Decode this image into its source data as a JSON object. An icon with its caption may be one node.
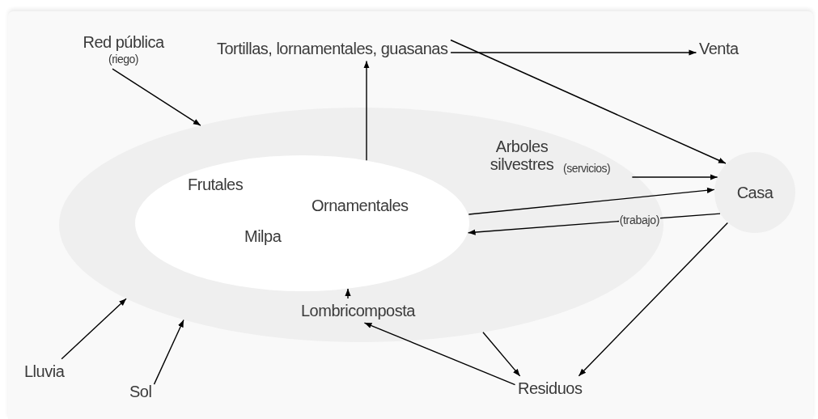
{
  "diagram": {
    "nodes": [
      {
        "text": [],
        "shape": "ellipse"
      },
      {
        "text": [
          "Frutales",
          "Ornamentales",
          "Milpa"
        ],
        "in": 0
      },
      {
        "text": [
          "Arboles silvestres",
          "(servicios)"
        ],
        "in": 0
      },
      {
        "text": [
          "Lombricomposta"
        ],
        "in": 0
      },
      {
        "text": [
          "Red pública",
          "(riego)"
        ]
      },
      {
        "text": [
          "Tortillas, lornamentales, guasanas"
        ]
      },
      {
        "text": [
          "Venta"
        ]
      },
      {
        "text": [
          "Casa"
        ]
      },
      {
        "text": [
          "Lluvia"
        ]
      },
      {
        "text": [
          "Sol"
        ]
      },
      {
        "text": [
          "Residuos"
        ]
      }
    ],
    "edges": [
      {
        "from": 4,
        "to": 0,
        "arrow": "to"
      },
      {
        "from": 1,
        "to": 5,
        "arrow": "to"
      },
      {
        "from": 5,
        "to": 6,
        "arrow": "to"
      },
      {
        "from": 5,
        "to": 7,
        "arrow": "to"
      },
      {
        "from": 2,
        "to": 7,
        "arrow": "to"
      },
      {
        "from": 1,
        "to": 7,
        "arrow": "to"
      },
      {
        "from": 7,
        "to": 1,
        "arrow": "to",
        "label": "(trabajo)"
      },
      {
        "from": 3,
        "to": 1,
        "arrow": "to"
      },
      {
        "from": 8,
        "to": 0,
        "arrow": "to"
      },
      {
        "from": 9,
        "to": 0,
        "arrow": "to"
      },
      {
        "from": 0,
        "to": 10,
        "arrow": "to"
      },
      {
        "from": 7,
        "to": 10,
        "arrow": "to"
      },
      {
        "from": 10,
        "to": 3,
        "arrow": "to"
      }
    ]
  }
}
